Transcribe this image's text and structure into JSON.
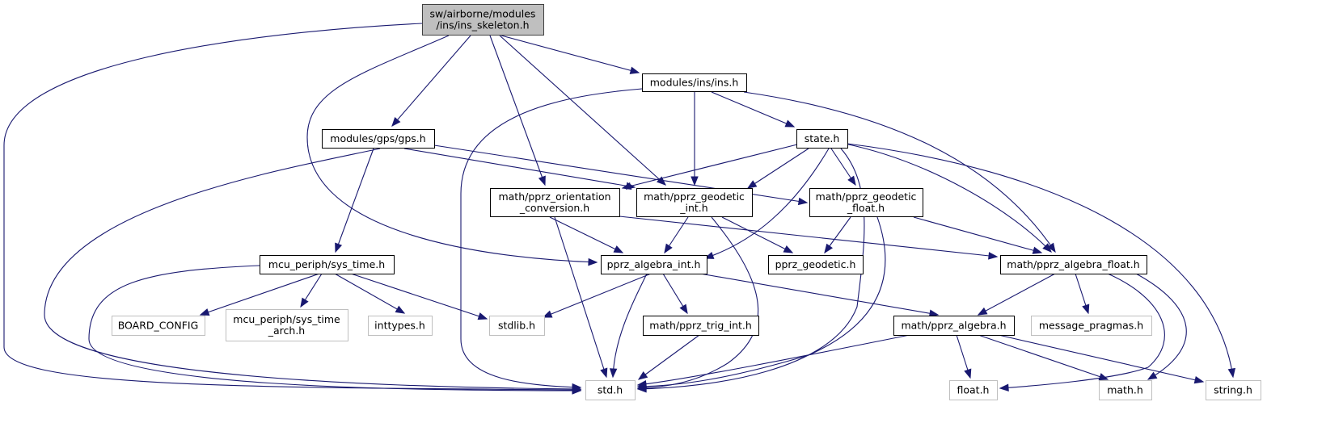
{
  "diagram": {
    "title": "Include dependency graph for ins_skeleton.h",
    "colors": {
      "edge": "#191970",
      "root_fill": "#bfbfbf",
      "root_border": "#404040",
      "node_border": "#000000",
      "external_border": "#bfbfbf",
      "external_text": "#000000"
    },
    "nodes": [
      {
        "id": "root",
        "lines": [
          "sw/airborne/modules",
          "/ins/ins_skeleton.h"
        ],
        "kind": "root"
      },
      {
        "id": "ins",
        "lines": [
          "modules/ins/ins.h"
        ],
        "kind": "local"
      },
      {
        "id": "gps",
        "lines": [
          "modules/gps/gps.h"
        ],
        "kind": "local"
      },
      {
        "id": "state",
        "lines": [
          "state.h"
        ],
        "kind": "local"
      },
      {
        "id": "orient",
        "lines": [
          "math/pprz_orientation",
          "_conversion.h"
        ],
        "kind": "local"
      },
      {
        "id": "geoint",
        "lines": [
          "math/pprz_geodetic",
          "_int.h"
        ],
        "kind": "local"
      },
      {
        "id": "geofloat",
        "lines": [
          "math/pprz_geodetic",
          "_float.h"
        ],
        "kind": "local"
      },
      {
        "id": "systime",
        "lines": [
          "mcu_periph/sys_time.h"
        ],
        "kind": "local"
      },
      {
        "id": "algint",
        "lines": [
          "pprz_algebra_int.h"
        ],
        "kind": "local"
      },
      {
        "id": "geodetic",
        "lines": [
          "pprz_geodetic.h"
        ],
        "kind": "local"
      },
      {
        "id": "algfloat",
        "lines": [
          "math/pprz_algebra_float.h"
        ],
        "kind": "local"
      },
      {
        "id": "board",
        "lines": [
          "BOARD_CONFIG"
        ],
        "kind": "external"
      },
      {
        "id": "systimearch",
        "lines": [
          "mcu_periph/sys_time",
          "_arch.h"
        ],
        "kind": "external"
      },
      {
        "id": "inttypes",
        "lines": [
          "inttypes.h"
        ],
        "kind": "external"
      },
      {
        "id": "stdlib",
        "lines": [
          "stdlib.h"
        ],
        "kind": "external"
      },
      {
        "id": "trigint",
        "lines": [
          "math/pprz_trig_int.h"
        ],
        "kind": "local"
      },
      {
        "id": "algebra",
        "lines": [
          "math/pprz_algebra.h"
        ],
        "kind": "local"
      },
      {
        "id": "msgpragmas",
        "lines": [
          "message_pragmas.h"
        ],
        "kind": "external"
      },
      {
        "id": "std",
        "lines": [
          "std.h"
        ],
        "kind": "external"
      },
      {
        "id": "float",
        "lines": [
          "float.h"
        ],
        "kind": "external"
      },
      {
        "id": "math",
        "lines": [
          "math.h"
        ],
        "kind": "external"
      },
      {
        "id": "string",
        "lines": [
          "string.h"
        ],
        "kind": "external"
      }
    ],
    "edges": [
      [
        "root",
        "std"
      ],
      [
        "root",
        "ins"
      ],
      [
        "root",
        "gps"
      ],
      [
        "root",
        "orient"
      ],
      [
        "root",
        "geoint"
      ],
      [
        "root",
        "algint"
      ],
      [
        "ins",
        "std"
      ],
      [
        "ins",
        "geoint"
      ],
      [
        "ins",
        "state"
      ],
      [
        "ins",
        "algfloat"
      ],
      [
        "gps",
        "std"
      ],
      [
        "gps",
        "geoint"
      ],
      [
        "gps",
        "geofloat"
      ],
      [
        "gps",
        "systime"
      ],
      [
        "state",
        "orient"
      ],
      [
        "state",
        "geoint"
      ],
      [
        "state",
        "geofloat"
      ],
      [
        "state",
        "algint"
      ],
      [
        "state",
        "algfloat"
      ],
      [
        "state",
        "std"
      ],
      [
        "state",
        "string"
      ],
      [
        "orient",
        "algint"
      ],
      [
        "orient",
        "algfloat"
      ],
      [
        "orient",
        "std"
      ],
      [
        "geoint",
        "algint"
      ],
      [
        "geoint",
        "geodetic"
      ],
      [
        "geoint",
        "std"
      ],
      [
        "geofloat",
        "geodetic"
      ],
      [
        "geofloat",
        "algfloat"
      ],
      [
        "geofloat",
        "std"
      ],
      [
        "systime",
        "std"
      ],
      [
        "systime",
        "board"
      ],
      [
        "systime",
        "systimearch"
      ],
      [
        "systime",
        "inttypes"
      ],
      [
        "systime",
        "stdlib"
      ],
      [
        "algint",
        "stdlib"
      ],
      [
        "algint",
        "std"
      ],
      [
        "algint",
        "trigint"
      ],
      [
        "algint",
        "algebra"
      ],
      [
        "algfloat",
        "algebra"
      ],
      [
        "algfloat",
        "msgpragmas"
      ],
      [
        "algfloat",
        "float"
      ],
      [
        "algfloat",
        "math"
      ],
      [
        "trigint",
        "std"
      ],
      [
        "algebra",
        "std"
      ],
      [
        "algebra",
        "float"
      ],
      [
        "algebra",
        "math"
      ],
      [
        "algebra",
        "string"
      ]
    ]
  }
}
